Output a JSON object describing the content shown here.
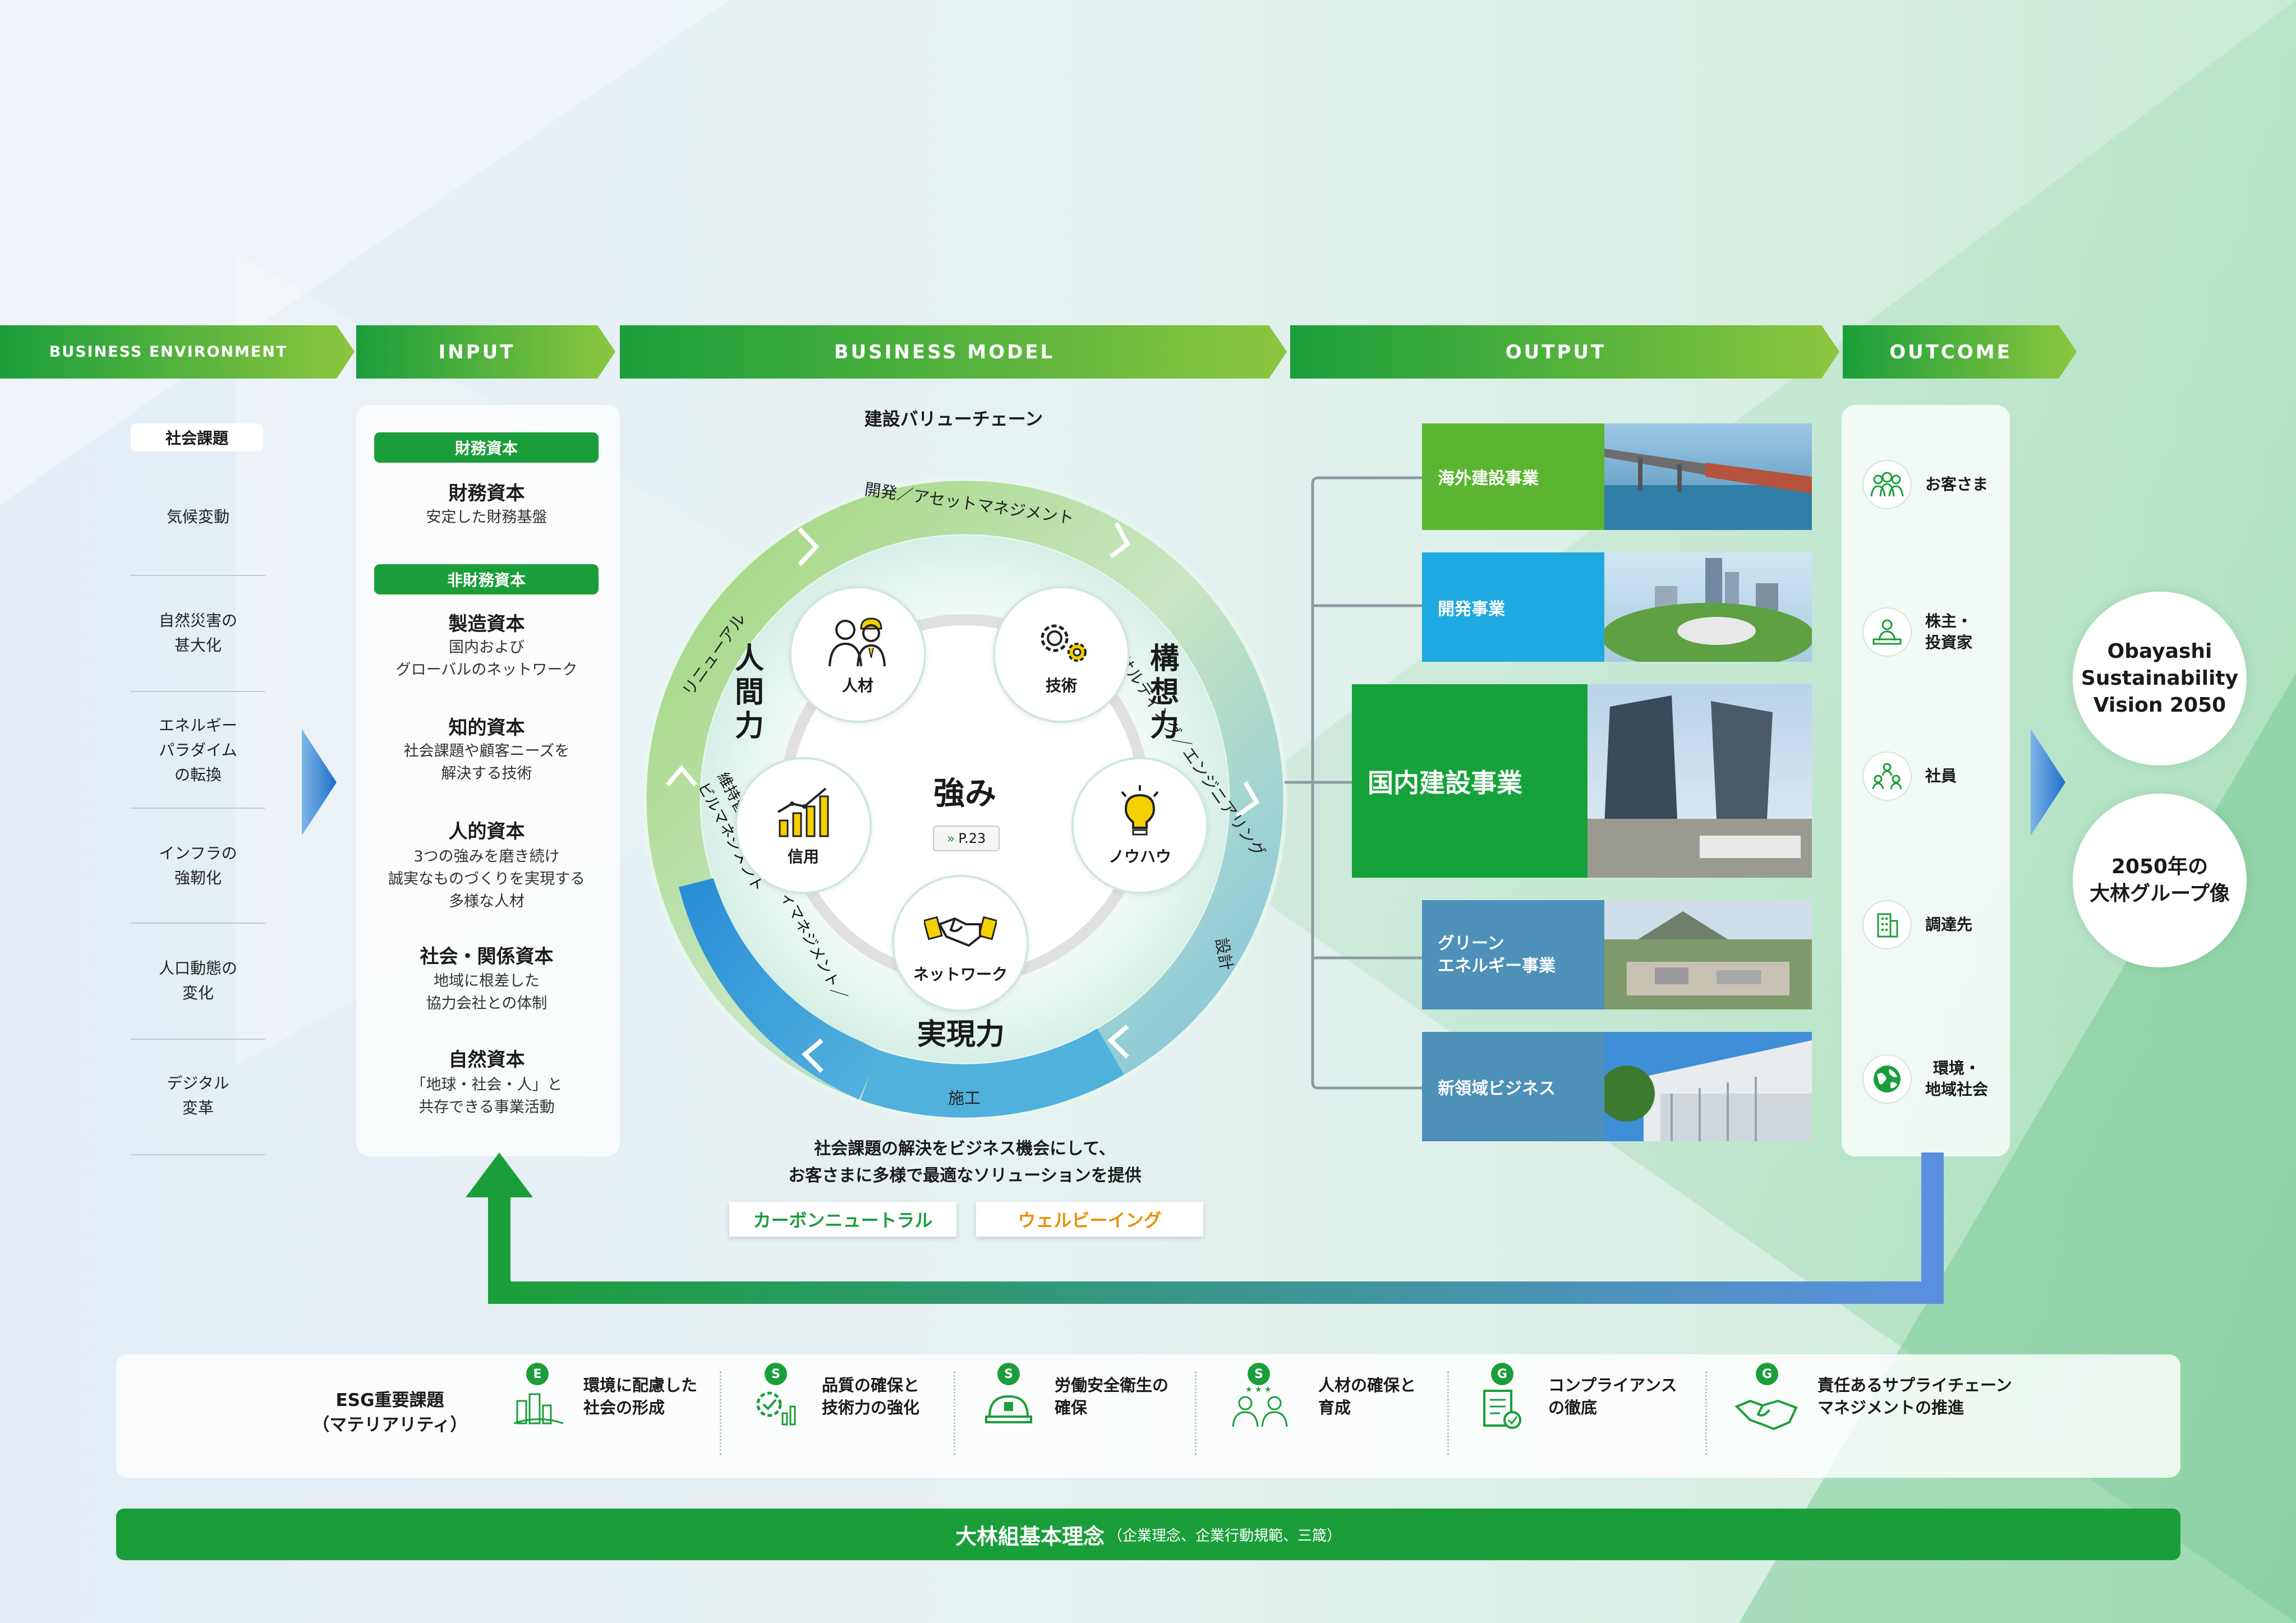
{
  "banners": {
    "environment": "BUSINESS ENVIRONMENT",
    "input": "INPUT",
    "model": "BUSINESS MODEL",
    "output": "OUTPUT",
    "outcome": "OUTCOME"
  },
  "environment": {
    "header": "社会課題",
    "items": [
      [
        "気候変動"
      ],
      [
        "自然災害の",
        "甚大化"
      ],
      [
        "エネルギー",
        "パラダイム",
        "の転換"
      ],
      [
        "インフラの",
        "強靭化"
      ],
      [
        "人口動態の",
        "変化"
      ],
      [
        "デジタル",
        "変革"
      ]
    ]
  },
  "input": {
    "financial_header": "財務資本",
    "nonfinancial_header": "非財務資本",
    "capitals": [
      {
        "title": "財務資本",
        "desc": [
          "安定した財務基盤"
        ]
      },
      {
        "title": "製造資本",
        "desc": [
          "国内および",
          "グローバルのネットワーク"
        ]
      },
      {
        "title": "知的資本",
        "desc": [
          "社会課題や顧客ニーズを",
          "解決する技術"
        ]
      },
      {
        "title": "人的資本",
        "desc": [
          "3つの強みを磨き続け",
          "誠実なものづくりを実現する",
          "多様な人材"
        ]
      },
      {
        "title": "社会・関係資本",
        "desc": [
          "地域に根差した",
          "協力会社との体制"
        ]
      },
      {
        "title": "自然資本",
        "desc": [
          "「地球・社会・人」と",
          "共存できる事業活動"
        ]
      }
    ]
  },
  "model": {
    "chain_title": "建設バリューチェーン",
    "ring": {
      "top": "開発／アセットマネジメント",
      "right_top": "コンサルティング／エンジニアリング",
      "right": "設計",
      "bottom": "施工",
      "left_bottom_1": "維持管理／プロパティマネジメント／",
      "left_bottom_2": "ビルマネジメント",
      "left_top": "リニューアル"
    },
    "powers": {
      "left": "人間力",
      "right": "構想力",
      "bottom": "実現力"
    },
    "center_title": "強み",
    "center_ref": "P.23",
    "strengths": [
      "人材",
      "技術",
      "信用",
      "ノウハウ",
      "ネットワーク"
    ],
    "caption_1": "社会課題の解決をビジネス機会にして、",
    "caption_2": "お客さまに多様で最適なソリューションを提供",
    "tag_1": "カーボンニュートラル",
    "tag_2": "ウェルビーイング"
  },
  "output": {
    "items": [
      {
        "label": [
          "海外建設事業"
        ],
        "color": "#5bb531"
      },
      {
        "label": [
          "開発事業"
        ],
        "color": "#1ea9e0"
      },
      {
        "label": [
          "国内建設事業"
        ],
        "color": "#15a23a"
      },
      {
        "label": [
          "グリーン",
          "エネルギー事業"
        ],
        "color": "#4d90b8"
      },
      {
        "label": [
          "新領域ビジネス"
        ],
        "color": "#4d90b8"
      }
    ]
  },
  "outcome": {
    "stakeholders": [
      {
        "icon": "customers-icon",
        "label": [
          "お客さま"
        ]
      },
      {
        "icon": "shareholders-icon",
        "label": [
          "株主・",
          "投資家"
        ]
      },
      {
        "icon": "employees-icon",
        "label": [
          "社員"
        ]
      },
      {
        "icon": "suppliers-icon",
        "label": [
          "調達先"
        ]
      },
      {
        "icon": "globe-icon",
        "label": [
          "環境・",
          "地域社会"
        ]
      }
    ],
    "vision_1": [
      "Obayashi",
      "Sustainability",
      "Vision 2050"
    ],
    "vision_2": [
      "2050年の",
      "大林グループ像"
    ]
  },
  "esg": {
    "title": [
      "ESG重要課題",
      "（マテリアリティ）"
    ],
    "items": [
      {
        "badge": "E",
        "icon": "environment-city-icon",
        "label": [
          "環境に配慮した",
          "社会の形成"
        ]
      },
      {
        "badge": "S",
        "icon": "quality-gear-icon",
        "label": [
          "品質の確保と",
          "技術力の強化"
        ]
      },
      {
        "badge": "S",
        "icon": "helmet-icon",
        "label": [
          "労働安全衛生の",
          "確保"
        ]
      },
      {
        "badge": "S",
        "icon": "people-stars-icon",
        "label": [
          "人材の確保と",
          "育成"
        ]
      },
      {
        "badge": "G",
        "icon": "compliance-clipboard-icon",
        "label": [
          "コンプライアンス",
          "の徹底"
        ]
      },
      {
        "badge": "G",
        "icon": "handshake-icon",
        "label": [
          "責任あるサプライチェーン",
          "マネジメントの推進"
        ]
      }
    ]
  },
  "footer": {
    "main": "大林組基本理念",
    "sub": "（企業理念、企業行動規範、三箴）"
  },
  "colors": {
    "green": "#1a9e3a",
    "lime": "#8cc63f",
    "blue": "#1e7fd0",
    "orange": "#e8900a"
  }
}
